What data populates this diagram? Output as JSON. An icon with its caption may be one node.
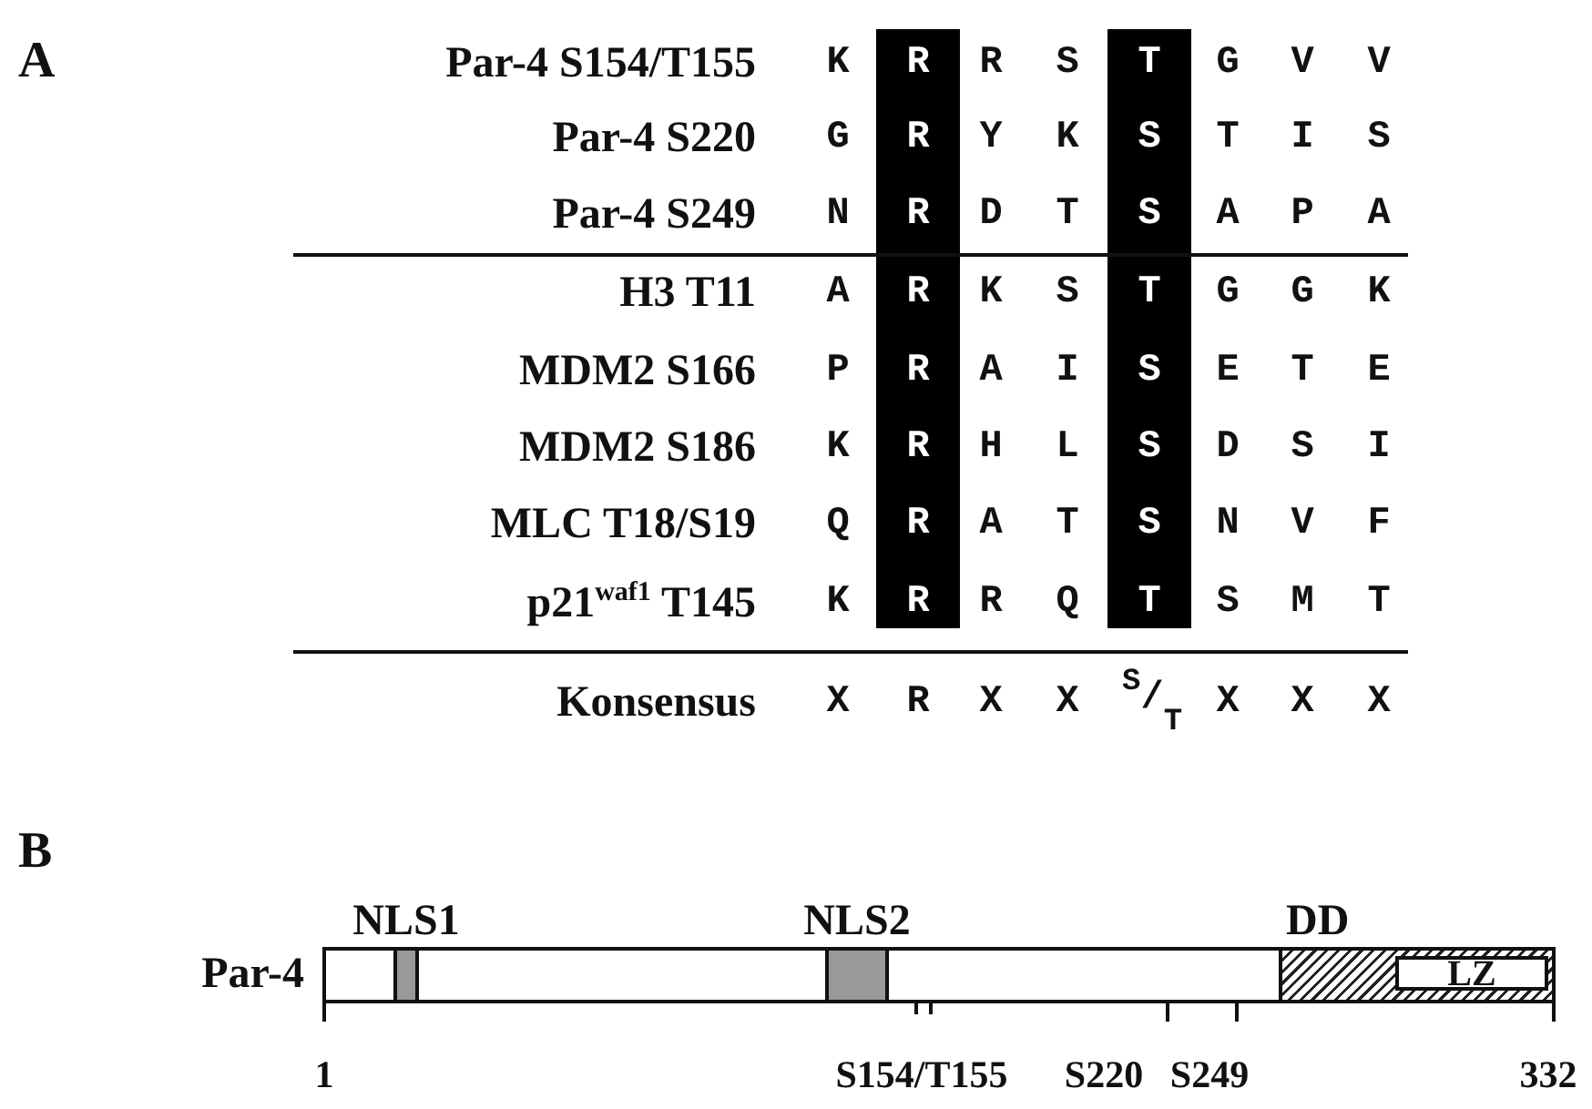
{
  "diagram": {
    "nodes": [
      {
        "text": [
          "Par-4"
        ]
      },
      {
        "text": [
          "NLS1"
        ],
        "in": 0
      },
      {
        "text": [
          "NLS2"
        ],
        "in": 0
      },
      {
        "text": [
          "DD"
        ],
        "in": 0
      },
      {
        "text": [
          "LZ"
        ],
        "in": 3
      }
    ],
    "labels": [
      "A",
      "Par-4 S154/T155",
      "K",
      "R",
      "R",
      "S",
      "T",
      "G",
      "V",
      "V",
      "Par-4 S220",
      "G",
      "R",
      "Y",
      "K",
      "S",
      "T",
      "I",
      "S",
      "Par-4 S249",
      "N",
      "R",
      "D",
      "T",
      "S",
      "A",
      "P",
      "A",
      "H3 T11",
      "A",
      "R",
      "K",
      "S",
      "T",
      "G",
      "G",
      "K",
      "MDM2 S166",
      "P",
      "R",
      "A",
      "I",
      "S",
      "E",
      "T",
      "E",
      "MDM2 S186",
      "K",
      "R",
      "H",
      "L",
      "S",
      "D",
      "S",
      "I",
      "MLC T18/S19",
      "Q",
      "R",
      "A",
      "T",
      "S",
      "N",
      "V",
      "F",
      "p21$^{waf1}$ T145",
      "K",
      "R",
      "R",
      "Q",
      "T",
      "S",
      "M",
      "T",
      "Konsensus",
      "X",
      "R",
      "X",
      "X",
      "$^{S}$/$_{T}$",
      "X",
      "X",
      "X",
      "B",
      "1",
      "S154/T155",
      "S220",
      "S249",
      "332"
    ]
  }
}
